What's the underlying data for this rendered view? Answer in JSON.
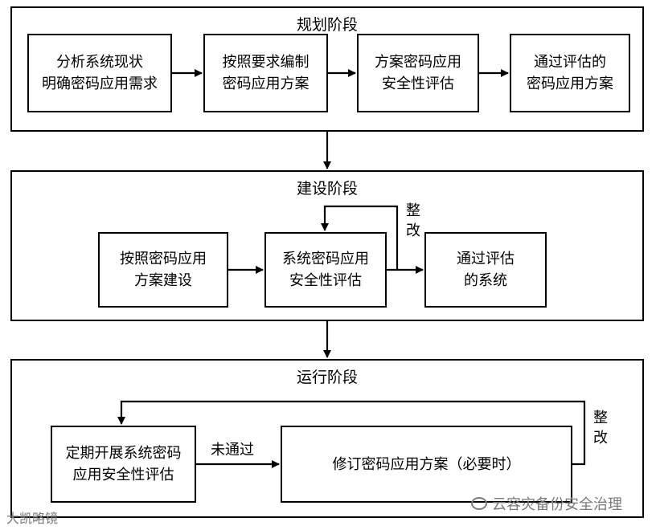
{
  "stages": {
    "planning": {
      "title": "规划阶段",
      "boxes": [
        {
          "line1": "分析系统现状",
          "line2": "明确密码应用需求"
        },
        {
          "line1": "按照要求编制",
          "line2": "密码应用方案"
        },
        {
          "line1": "方案密码应用",
          "line2": "安全性评估"
        },
        {
          "line1": "通过评估的",
          "line2": "密码应用方案"
        }
      ]
    },
    "construction": {
      "title": "建设阶段",
      "boxes": [
        {
          "line1": "按照密码应用",
          "line2": "方案建设"
        },
        {
          "line1": "系统密码应用",
          "line2": "安全性评估"
        },
        {
          "line1": "通过评估",
          "line2": "的系统"
        }
      ],
      "rectify_label": {
        "line1": "整",
        "line2": "改"
      }
    },
    "operation": {
      "title": "运行阶段",
      "boxes": [
        {
          "line1": "定期开展系统密码",
          "line2": "应用安全性评估"
        },
        {
          "line1": "修订密码应用方案（必要时）"
        }
      ],
      "fail_label": "未通过",
      "rectify_label": {
        "line1": "整",
        "line2": "改"
      }
    }
  },
  "watermarks": {
    "left": "大凯略镜",
    "right": "云容灾备份安全治理"
  }
}
